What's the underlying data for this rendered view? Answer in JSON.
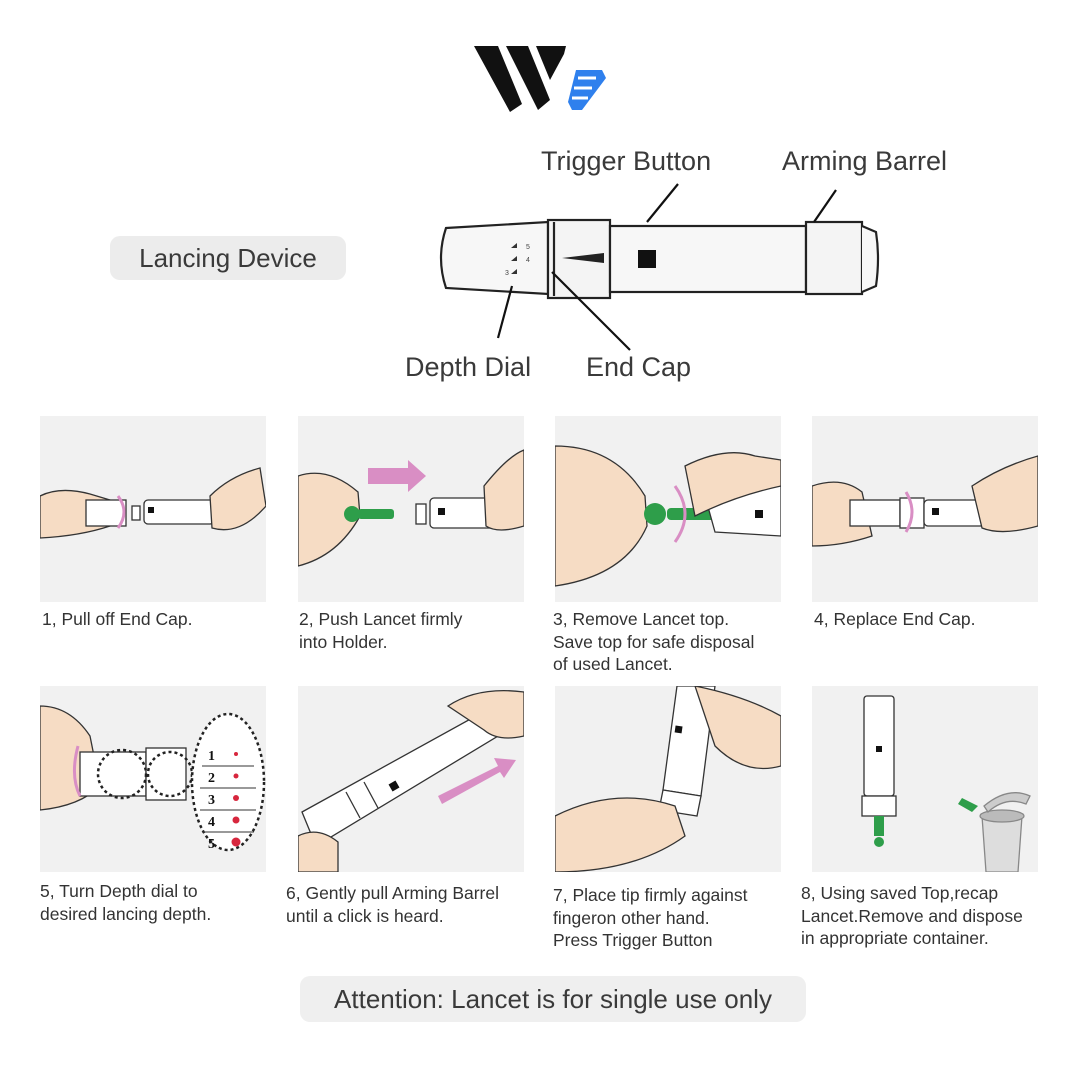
{
  "brand": {
    "logo_icon": "wz-logo-icon",
    "accent": "#2f80ed"
  },
  "header": {
    "title": "Lancing Device"
  },
  "device_labels": {
    "trigger_button": "Trigger Button",
    "arming_barrel": "Arming Barrel",
    "depth_dial": "Depth Dial",
    "end_cap": "End Cap"
  },
  "depth_marks": [
    "5",
    "4",
    "3"
  ],
  "steps": [
    {
      "caption": "1, Pull off End Cap.",
      "icon": "pull-cap-illustration"
    },
    {
      "caption": "2, Push Lancet firmly\ninto Holder.",
      "icon": "push-lancet-illustration"
    },
    {
      "caption": "3, Remove Lancet top.\nSave top for safe disposal\nof used Lancet.",
      "icon": "twist-lancet-illustration"
    },
    {
      "caption": "4, Replace End Cap.",
      "icon": "replace-cap-illustration"
    },
    {
      "caption": "5, Turn Depth dial to\ndesired lancing depth.",
      "icon": "depth-dial-illustration"
    },
    {
      "caption": "6, Gently pull Arming Barrel\nuntil a click is heard.",
      "icon": "arming-barrel-illustration"
    },
    {
      "caption": "7, Place tip firmly against\nfingeron other hand.\nPress Trigger Button",
      "icon": "press-trigger-illustration"
    },
    {
      "caption": "8, Using saved Top,recap\nLancet.Remove and dispose\nin appropriate container.",
      "icon": "dispose-lancet-illustration"
    }
  ],
  "depth_levels": [
    "1",
    "2",
    "3",
    "4",
    "5"
  ],
  "footer": {
    "attention": "Attention: Lancet is for single use only"
  },
  "colors": {
    "lancet_green": "#2e9e4a",
    "arrow_pink": "#d98ec4",
    "skin": "#f6dcc4",
    "blood_red": "#d7263d"
  }
}
